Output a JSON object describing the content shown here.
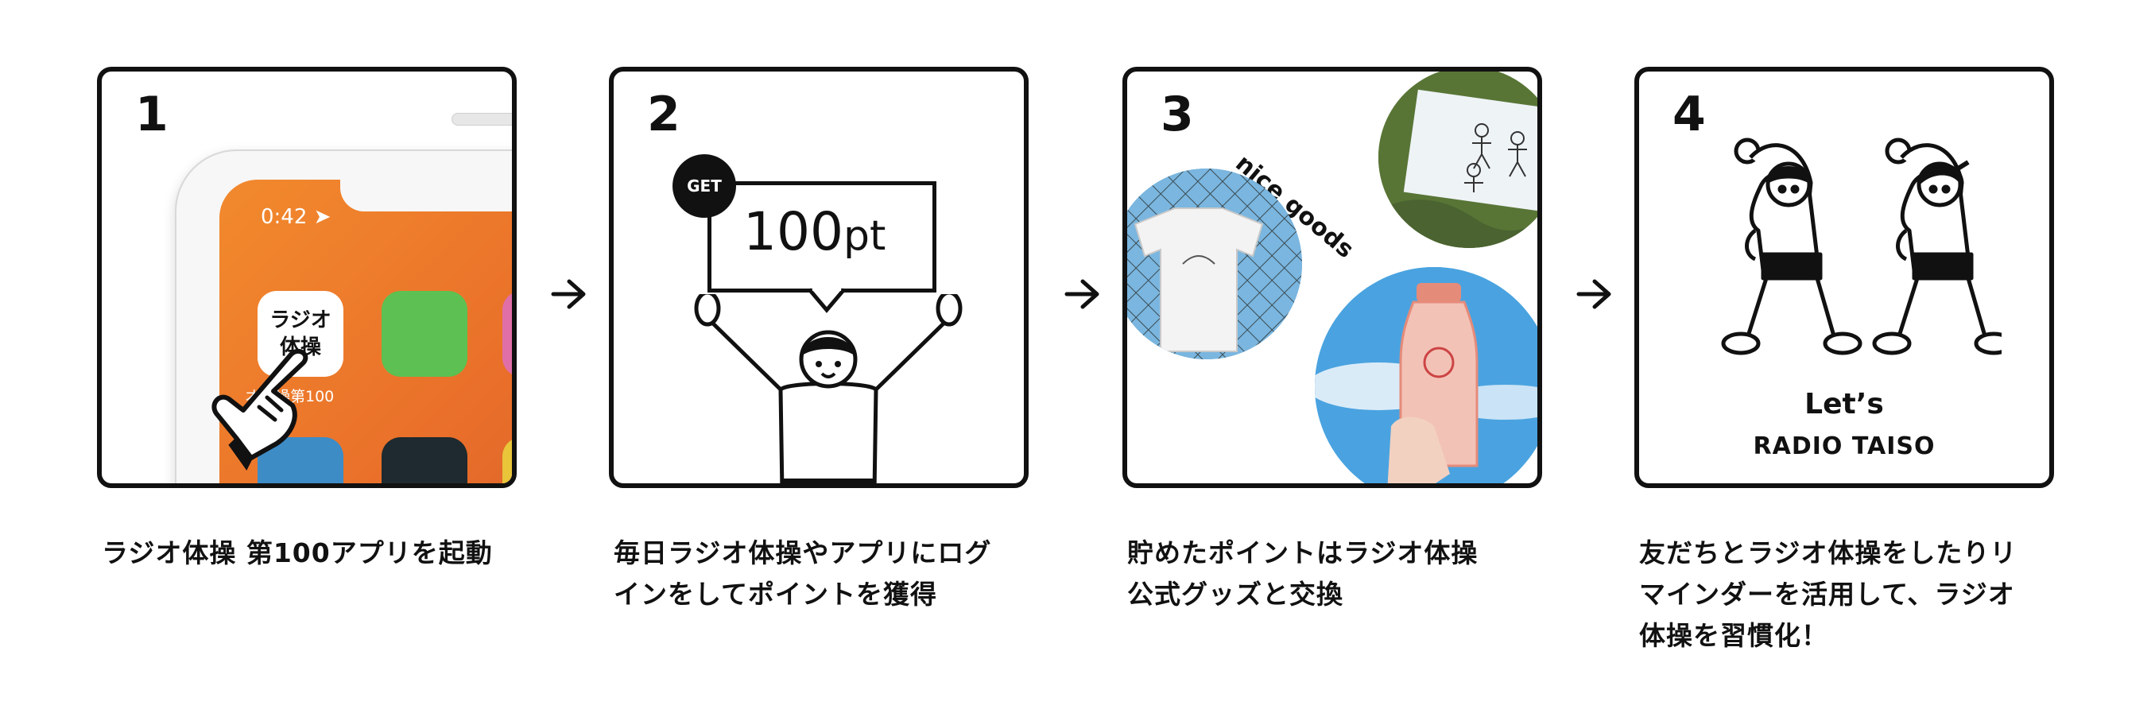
{
  "steps": [
    {
      "number": "1",
      "caption": "ラジオ体操 第100アプリを起動",
      "phone": {
        "time": "0:42",
        "app_label": "ラジオ\n体操",
        "app_name": "オ体操第100"
      }
    },
    {
      "number": "2",
      "caption": "毎日ラジオ体操やアプリにログ\nインをしてポイントを獲得",
      "badge": "GET",
      "points_value": "100",
      "points_unit": "pt"
    },
    {
      "number": "3",
      "caption": "貯めたポイントはラジオ体操\n公式グッズと交換",
      "tag": "nice goods"
    },
    {
      "number": "4",
      "caption": "友だちとラジオ体操をしたりリ\nマインダーを活用して、ラジオ\n体操を習慣化！",
      "title_line1": "Let’s",
      "title_line2": "RADIO TAISO"
    }
  ],
  "icons": [
    "right-arrow-icon",
    "location-arrow-icon",
    "pointing-hand-icon"
  ],
  "colors": {
    "border": "#111111",
    "phone_screen": "#ee7a2c",
    "app_green": "#5cc152",
    "app_blue": "#3d8cc6",
    "sky_blue": "#4aa3e0"
  }
}
